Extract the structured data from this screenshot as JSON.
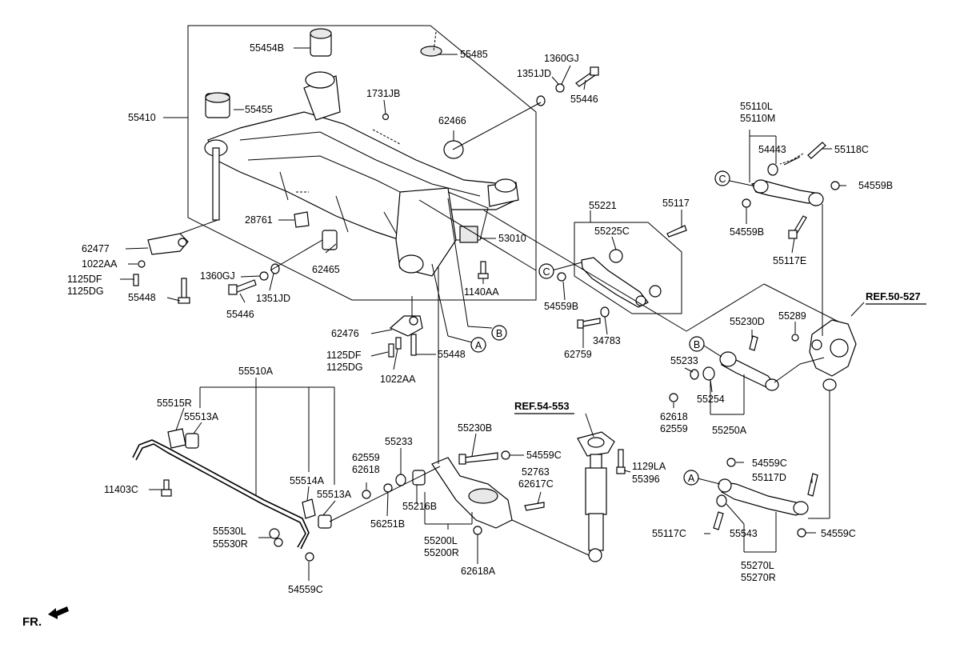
{
  "labels": {
    "p55454B": "55454B",
    "p55485": "55485",
    "p1360GJ_a": "1360GJ",
    "p1351JD_a": "1351JD",
    "p55446_a": "55446",
    "p1731JB": "1731JB",
    "p55455": "55455",
    "p55410": "55410",
    "p62466": "62466",
    "p28761": "28761",
    "p53010": "53010",
    "p62477": "62477",
    "p1022AA_a": "1022AA",
    "p1125DF_a": "1125DF",
    "p1125DG_a": "1125DG",
    "p55448_a": "55448",
    "p1360GJ_b": "1360GJ",
    "p62465": "62465",
    "p55446_b": "55446",
    "p1351JD_b": "1351JD",
    "p1140AA": "1140AA",
    "p62476": "62476",
    "p1125DF_b": "1125DF",
    "p1125DG_b": "1125DG",
    "p1022AA_b": "1022AA",
    "p55448_b": "55448",
    "p55221": "55221",
    "p55117": "55117",
    "p55225C": "55225C",
    "p54559B_a": "54559B",
    "p62759": "62759",
    "p34783": "34783",
    "p55110L": "55110L",
    "p55110M": "55110M",
    "p54443": "54443",
    "p55118C": "55118C",
    "p54559B_b": "54559B",
    "p54559B_c": "54559B",
    "p55117E": "55117E",
    "p55230D": "55230D",
    "p55289": "55289",
    "p55233_a": "55233",
    "p55254": "55254",
    "p62618_a": "62618",
    "p62559_a": "62559",
    "p55250A": "55250A",
    "p55510A": "55510A",
    "p55515R": "55515R",
    "p55513A_a": "55513A",
    "p11403C": "11403C",
    "p55514A": "55514A",
    "p55513A_b": "55513A",
    "p55530L": "55530L",
    "p55530R": "55530R",
    "p54559C_a": "54559C",
    "p55230B": "55230B",
    "p55233_b": "55233",
    "p54559C_b": "54559C",
    "p62559_b": "62559",
    "p62618_b": "62618",
    "p56251B": "56251B",
    "p55216B": "55216B",
    "p52763": "52763",
    "p62617C": "62617C",
    "p55200L": "55200L",
    "p55200R": "55200R",
    "p62618A": "62618A",
    "p1129LA": "1129LA",
    "p55396": "55396",
    "p54559C_c": "54559C",
    "p55117D": "55117D",
    "p55117C": "55117C",
    "p55543": "55543",
    "p54559C_d": "54559C",
    "p55270L": "55270L",
    "p55270R": "55270R"
  },
  "refs": {
    "ref50": "REF.50-527",
    "ref54": "REF.54-553"
  },
  "circles": {
    "cA": "A",
    "cB": "B",
    "cC": "C"
  },
  "front": "FR."
}
